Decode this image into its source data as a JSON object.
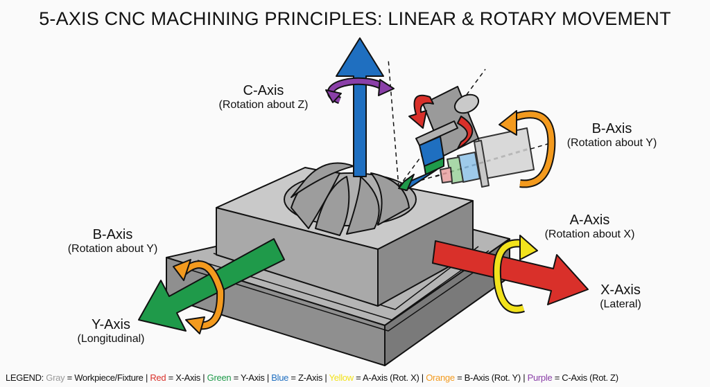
{
  "title": "5-AXIS CNC MACHINING PRINCIPLES: LINEAR & ROTARY MOVEMENT",
  "labels": {
    "c_axis": {
      "name": "C-Axis",
      "desc": "(Rotation about Z)"
    },
    "b_axis_top": {
      "name": "B-Axis",
      "desc": "(Rotation about Y)"
    },
    "b_axis_left": {
      "name": "B-Axis",
      "desc": "(Rotation about Y)"
    },
    "a_axis": {
      "name": "A-Axis",
      "desc": "(Rotation about X)"
    },
    "x_axis": {
      "name": "X-Axis",
      "desc": "(Lateral)"
    },
    "y_axis": {
      "name": "Y-Axis",
      "desc": "(Longitudinal)"
    }
  },
  "legend": {
    "prefix": "LEGEND:",
    "items": [
      {
        "color_name": "Gray",
        "meaning": "= Workpiece/Fixture",
        "color": "#9a9a9a"
      },
      {
        "color_name": "Red",
        "meaning": "= X-Axis",
        "color": "#d9302a"
      },
      {
        "color_name": "Green",
        "meaning": "= Y-Axis",
        "color": "#1f9a4a"
      },
      {
        "color_name": "Blue",
        "meaning": "= Z-Axis",
        "color": "#1f6fc0"
      },
      {
        "color_name": "Yellow",
        "meaning": "= A-Axis (Rot. X)",
        "color": "#f2e21c"
      },
      {
        "color_name": "Orange",
        "meaning": "= B-Axis (Rot. Y)",
        "color": "#f39a1e"
      },
      {
        "color_name": "Purple",
        "meaning": "= C-Axis (Rot. Z)",
        "color": "#8a3fa8"
      }
    ],
    "separator": "|"
  }
}
